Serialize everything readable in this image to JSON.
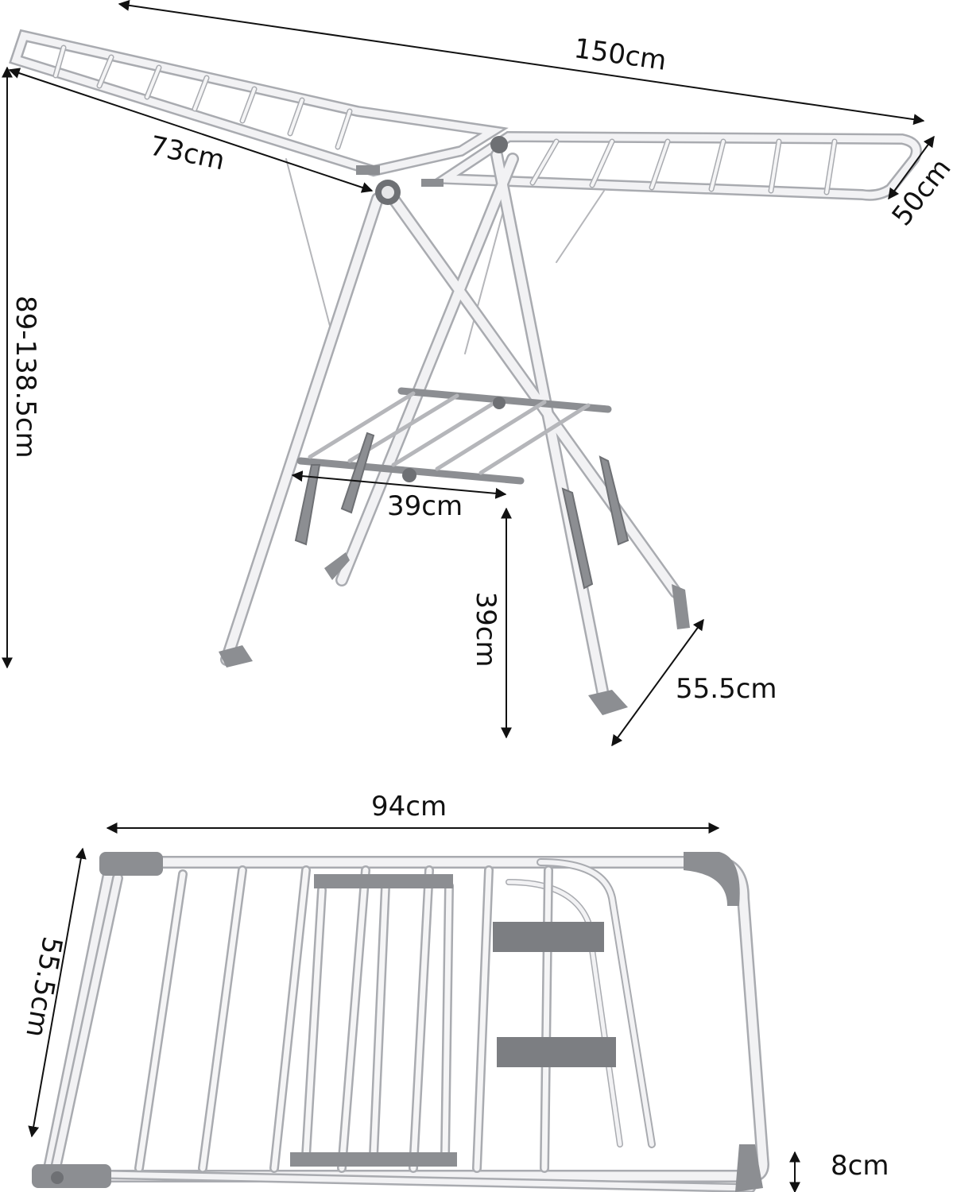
{
  "product_image": {
    "colors": {
      "frame": "#f2f2f4",
      "frame_edge": "#a9abb0",
      "plastic": "#8c8e92",
      "plastic_dark": "#6e7074",
      "dimension_line": "#111111"
    },
    "unfolded_view": {
      "width_label": "150cm",
      "wing_length_label": "73cm",
      "wing_depth_label": "50cm",
      "height_label": "89-138.5cm",
      "shelf_width_label": "39cm",
      "shelf_height_label": "39cm",
      "base_depth_label": "55.5cm"
    },
    "folded_view": {
      "length_label": "94cm",
      "width_label": "55.5cm",
      "thickness_label": "8cm"
    }
  }
}
